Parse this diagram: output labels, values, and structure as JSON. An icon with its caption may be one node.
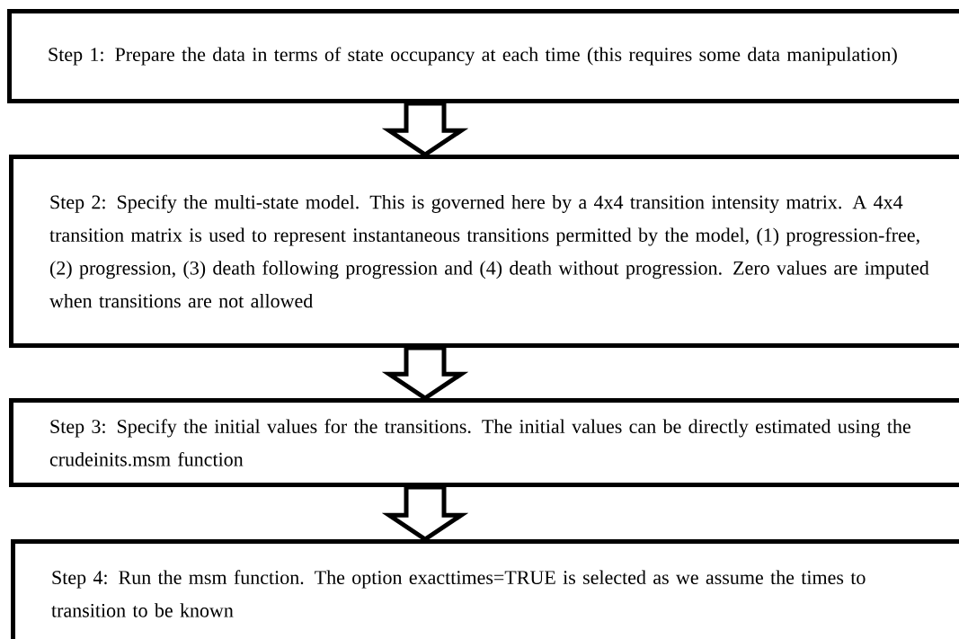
{
  "diagram": {
    "nodes": [
      {
        "text": [
          "Step 1: Prepare the data in terms of state occupancy at each time (this requires some data manipulation)"
        ]
      },
      {
        "text": [
          "Step 2: Specify the multi-state model. This is governed here by a 4x4 transition intensity matrix. A 4x4 transition matrix is used to represent instantaneous transitions permitted by the model, (1) progression-free, (2) progression, (3) death following progression and (4) death without progression. Zero values are imputed when transitions are not allowed"
        ]
      },
      {
        "text": [
          "Step 3: Specify the initial values for the transitions. The initial values can be directly estimated using the crudeinits.msm function"
        ]
      },
      {
        "text": [
          "Step 4: Run the msm function. The option exacttimes=TRUE is selected as we assume the times to transition to be known"
        ]
      }
    ],
    "edges": [
      {
        "from": 0,
        "to": 1,
        "arrow": "to"
      },
      {
        "from": 1,
        "to": 2,
        "arrow": "to"
      },
      {
        "from": 2,
        "to": 3,
        "arrow": "to"
      }
    ]
  }
}
